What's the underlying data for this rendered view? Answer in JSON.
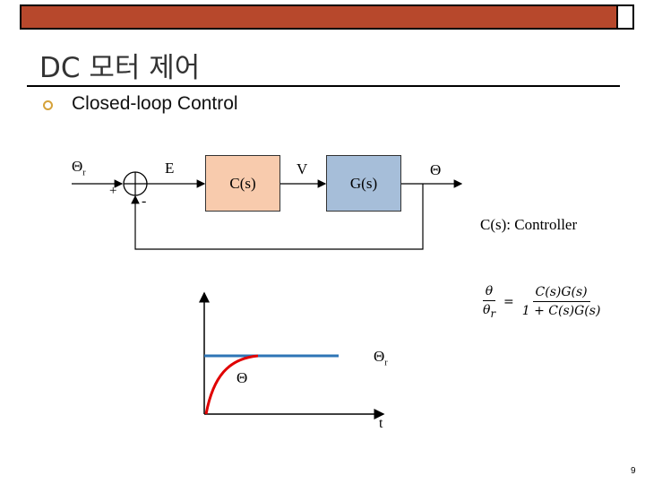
{
  "slide": {
    "title": "DC 모터 제어",
    "bullet": "Closed-loop Control",
    "page_number": "9"
  },
  "block_diagram": {
    "input_label": "Θr",
    "plus_sign": "+",
    "minus_sign": "-",
    "error_label": "E",
    "controller_block": "C(s)",
    "control_signal_label": "V",
    "plant_block": "G(s)",
    "output_label": "Θ",
    "controller_note": "C(s): Controller"
  },
  "transfer_function": {
    "lhs_num": "θ",
    "lhs_den": "θr",
    "rhs_num": "C(s)G(s)",
    "rhs_den": "1 + C(s)G(s)"
  },
  "response_plot": {
    "reference_label": "Θr",
    "output_label": "Θ",
    "time_label": "t",
    "reference_color": "#2e75b6",
    "output_color": "#e00000"
  }
}
